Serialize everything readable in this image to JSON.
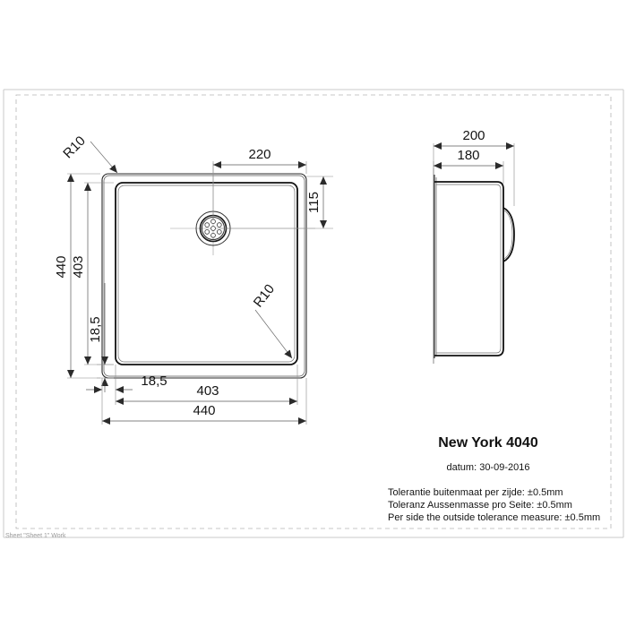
{
  "document": {
    "product_title": "New York 4040",
    "date_label": "datum: 30-09-2016",
    "footer_note": "Sheet \"Sheet 1\" Work",
    "tolerances": [
      "Tolerantie buitenmaat per zijde: ±0.5mm",
      "Toleranz Aussenmasse pro Seite: ±0.5mm",
      "Per side the outside tolerance measure: ±0.5mm"
    ]
  },
  "views": {
    "top_view": {
      "name": "top-view",
      "dimensions": {
        "width_outer": "440",
        "width_inner": "403",
        "height_outer": "440",
        "height_inner": "403",
        "drain_from_left": "220",
        "drain_from_top": "115",
        "offset_left": "18,5",
        "offset_bottom": "18,5",
        "radius_top_left": "R10",
        "radius_bottom_right": "R10"
      }
    },
    "side_view": {
      "name": "side-view",
      "dimensions": {
        "depth_outer": "200",
        "depth_inner": "180"
      }
    }
  },
  "colors": {
    "line": "#2b2b2b",
    "dimension_line": "#5a5a5a",
    "frame": "#c9c9c9",
    "text": "#141414"
  }
}
